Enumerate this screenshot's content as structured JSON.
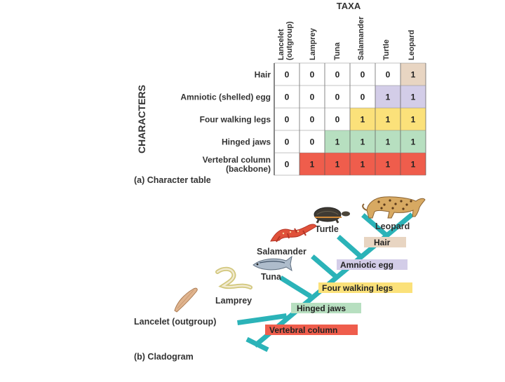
{
  "taxa_header": "TAXA",
  "characters_header": "CHARACTERS",
  "taxa": [
    {
      "name": "Lancelet\n(outgroup)"
    },
    {
      "name": "Lamprey"
    },
    {
      "name": "Tuna"
    },
    {
      "name": "Salamander"
    },
    {
      "name": "Turtle"
    },
    {
      "name": "Leopard"
    }
  ],
  "characters": [
    {
      "name": "Hair",
      "values": [
        "0",
        "0",
        "0",
        "0",
        "0",
        "1"
      ],
      "color": "#e8d5c2"
    },
    {
      "name": "Amniotic (shelled) egg",
      "values": [
        "0",
        "0",
        "0",
        "0",
        "1",
        "1"
      ],
      "color": "#d3cde8"
    },
    {
      "name": "Four walking legs",
      "values": [
        "0",
        "0",
        "0",
        "1",
        "1",
        "1"
      ],
      "color": "#fbe17a"
    },
    {
      "name": "Hinged jaws",
      "values": [
        "0",
        "0",
        "1",
        "1",
        "1",
        "1"
      ],
      "color": "#b7dfc0"
    },
    {
      "name": "Vertebral column\n(backbone)",
      "values": [
        "0",
        "1",
        "1",
        "1",
        "1",
        "1"
      ],
      "color": "#ef5d4c"
    }
  ],
  "table_caption": "(a) Character table",
  "cladogram_caption": "(b) Cladogram",
  "branch_color": "#2bb3b8",
  "cladogram_taxa": {
    "lancelet": "Lancelet (outgroup)",
    "lamprey": "Lamprey",
    "tuna": "Tuna",
    "salamander": "Salamander",
    "turtle": "Turtle",
    "leopard": "Leopard"
  },
  "cladogram_characters": {
    "vertebral": {
      "label": "Vertebral column",
      "color": "#ef5d4c"
    },
    "jaws": {
      "label": "Hinged jaws",
      "color": "#b7dfc0"
    },
    "legs": {
      "label": "Four walking legs",
      "color": "#fbe17a"
    },
    "egg": {
      "label": "Amniotic egg",
      "color": "#d3cde8"
    },
    "hair": {
      "label": "Hair",
      "color": "#e8d5c2"
    }
  }
}
